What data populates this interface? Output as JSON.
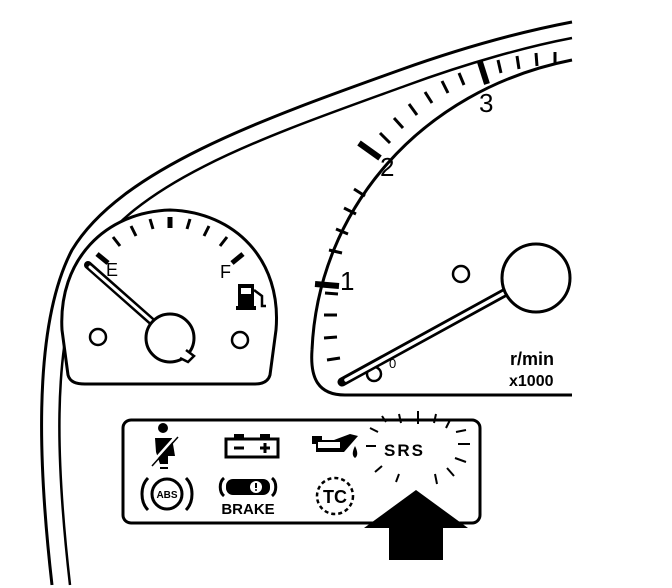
{
  "fuel_gauge": {
    "empty_label": "E",
    "full_label": "F",
    "pump_icon": "fuel-pump-icon"
  },
  "tachometer": {
    "scale_labels": [
      "1",
      "2",
      "3"
    ],
    "zero_mark": "0",
    "unit_line1": "r/min",
    "unit_line2": "x1000"
  },
  "warning_lights": {
    "seatbelt_icon": "seatbelt-warning-icon",
    "battery_icon": "battery-charge-icon",
    "oil_icon": "oil-pressure-icon",
    "srs_label": "SRS",
    "abs_label": "ABS",
    "brake_label": "BRAKE",
    "tc_label": "TC"
  },
  "pointer_icon": "up-arrow-icon"
}
